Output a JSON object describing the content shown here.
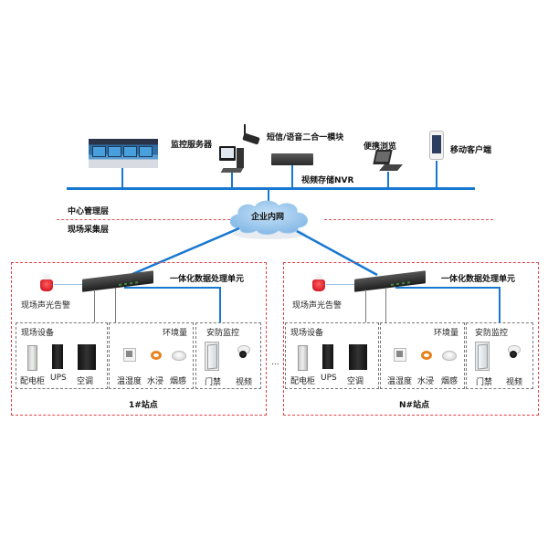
{
  "center": {
    "video_wall_label": "",
    "monitor_server_label": "监控服务器",
    "sms_voice_module_label": "短信/语音二合一模块",
    "nvr_label": "视频存储NVR",
    "portable_browse_label": "便携浏览",
    "mobile_client_label": "移动客户端"
  },
  "layers": {
    "center_layer_label": "中心管理层",
    "field_layer_label": "现场采集层"
  },
  "network": {
    "cloud_label": "企业内网"
  },
  "ellipsis": "...",
  "sites": [
    {
      "processing_unit_label": "一体化数据处理单元",
      "alarm_label": "现场声光告警",
      "site_label": "1#站点",
      "groups": {
        "field_equipment": {
          "title": "现场设备",
          "items": [
            "配电柜",
            "UPS",
            "空调"
          ]
        },
        "environment": {
          "title": "环境量",
          "items": [
            "温湿度",
            "水浸",
            "烟感"
          ]
        },
        "security": {
          "title": "安防监控",
          "items": [
            "门禁",
            "视频"
          ]
        }
      }
    },
    {
      "processing_unit_label": "一体化数据处理单元",
      "alarm_label": "现场声光告警",
      "site_label": "N#站点",
      "groups": {
        "field_equipment": {
          "title": "现场设备",
          "items": [
            "配电柜",
            "UPS",
            "空调"
          ]
        },
        "environment": {
          "title": "环境量",
          "items": [
            "温湿度",
            "水浸",
            "烟感"
          ]
        },
        "security": {
          "title": "安防监控",
          "items": [
            "门禁",
            "视频"
          ]
        }
      }
    }
  ],
  "colors": {
    "network_line": "#1878d0",
    "site_border": "#e0404a",
    "layer_divider": "#e05050",
    "cloud": "#9cc8ec"
  }
}
